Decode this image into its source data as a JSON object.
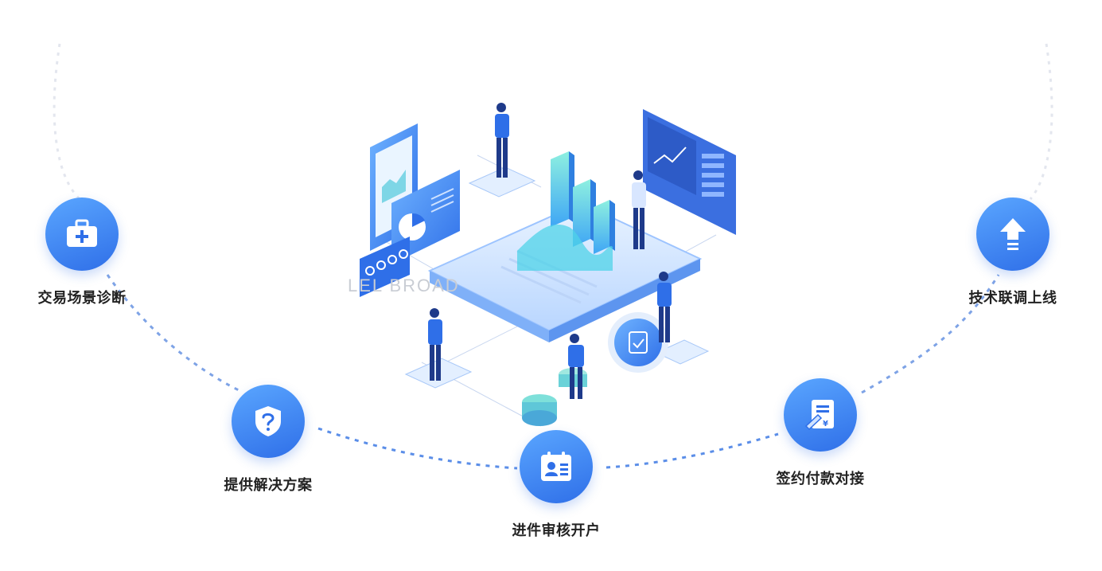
{
  "watermark": "LEL BROAD",
  "colors": {
    "accent": "#3b82f6",
    "accent_dark": "#2f6fe8",
    "dots": "#7ea3e6",
    "label": "#222222"
  },
  "steps": [
    {
      "label": "交易场景诊断",
      "icon": "medical-kit-icon"
    },
    {
      "label": "提供解决方案",
      "icon": "shield-question-icon"
    },
    {
      "label": "进件审核开户",
      "icon": "id-card-icon"
    },
    {
      "label": "签约付款对接",
      "icon": "contract-sign-icon"
    },
    {
      "label": "技术联调上线",
      "icon": "arrow-up-icon"
    }
  ]
}
